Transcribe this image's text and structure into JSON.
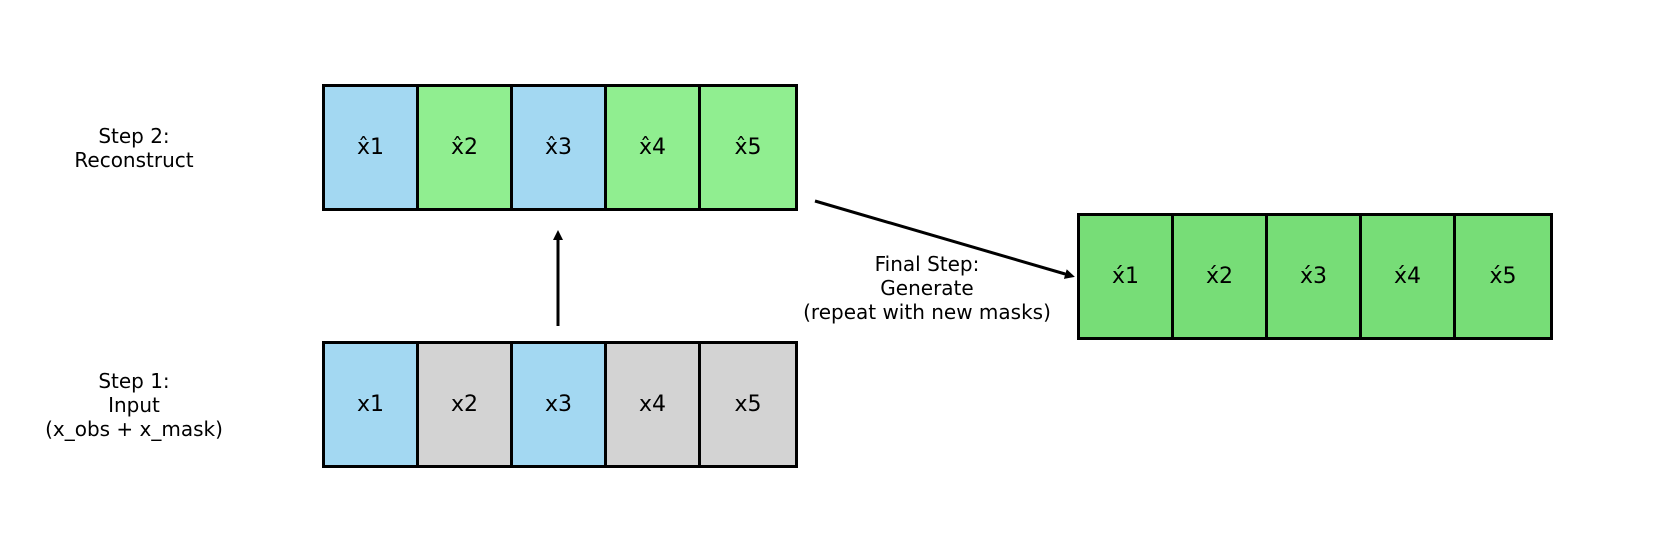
{
  "colors": {
    "observed": "#a3d8f2",
    "masked": "#d3d3d3",
    "reconstructed": "#90ee90",
    "generated": "#77dd77",
    "stroke": "#000000"
  },
  "step2": {
    "label_lines": [
      "Step 2:",
      "Reconstruct"
    ],
    "tokens": [
      {
        "label": "x̂1",
        "kind": "observed"
      },
      {
        "label": "x̂2",
        "kind": "reconstructed"
      },
      {
        "label": "x̂3",
        "kind": "observed"
      },
      {
        "label": "x̂4",
        "kind": "reconstructed"
      },
      {
        "label": "x̂5",
        "kind": "reconstructed"
      }
    ]
  },
  "step1": {
    "label_lines": [
      "Step 1:",
      "Input",
      "(x_obs + x_mask)"
    ],
    "tokens": [
      {
        "label": "x1",
        "kind": "observed"
      },
      {
        "label": "x2",
        "kind": "masked"
      },
      {
        "label": "x3",
        "kind": "observed"
      },
      {
        "label": "x4",
        "kind": "masked"
      },
      {
        "label": "x5",
        "kind": "masked"
      }
    ]
  },
  "final": {
    "label_lines": [
      "Final Step:",
      "Generate",
      "(repeat with new masks)"
    ],
    "tokens": [
      {
        "label": "x́1",
        "kind": "generated"
      },
      {
        "label": "x́2",
        "kind": "generated"
      },
      {
        "label": "x́3",
        "kind": "generated"
      },
      {
        "label": "x́4",
        "kind": "generated"
      },
      {
        "label": "x́5",
        "kind": "generated"
      }
    ]
  }
}
